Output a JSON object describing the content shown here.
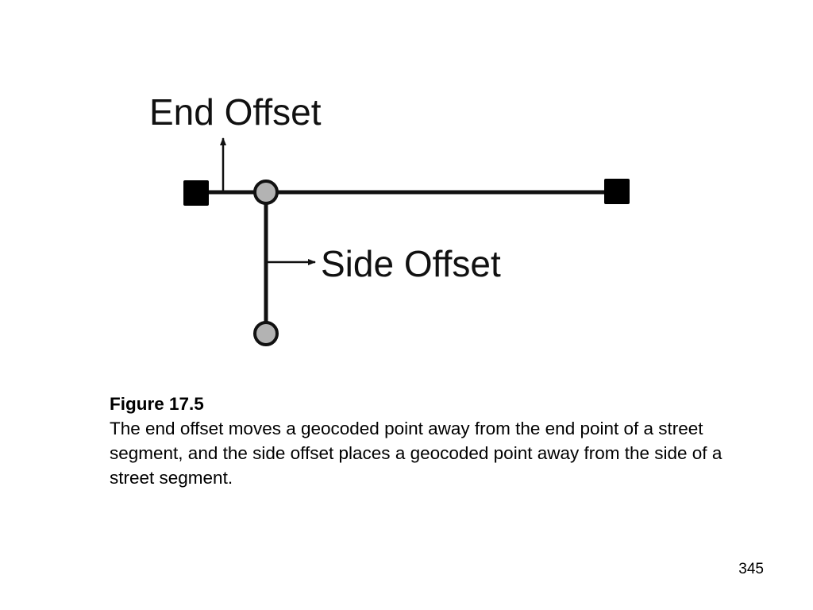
{
  "diagram": {
    "end_offset_label": "End Offset",
    "side_offset_label": "Side Offset",
    "colors": {
      "line": "#111111",
      "endpoint_fill": "#000000",
      "geocoded_point_fill": "#b3b3b3"
    }
  },
  "caption": {
    "title": "Figure 17.5",
    "body": "The end offset moves a geocoded point away from the end point of a street segment, and the side offset places a geocoded point away from the side of a street segment."
  },
  "page": {
    "number": "345"
  }
}
